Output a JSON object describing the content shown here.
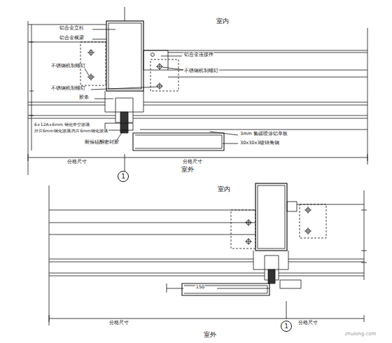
{
  "diagram": {
    "nodes": [
      {
        "text": [
          "1"
        ]
      },
      {
        "text": [
          "1"
        ]
      }
    ],
    "labels": [
      "室内",
      "铝合金立柱",
      "铝合金横梁",
      "铝合金连接件",
      "不锈钢机制螺钉",
      "不锈钢机制螺钉",
      "不锈钢机制螺钉",
      "胶条",
      "6+12A+6mm 钢化中空玻璃",
      "外片6mm钢化玻璃 内片6mm钢化玻璃",
      "耐候硅酮密封胶",
      "3mm 氟碳喷涂铝单板",
      "30x30x3镀锌角钢",
      "分格尺寸",
      "分格尺寸",
      "室外",
      "室内",
      "150",
      "分格尺寸",
      "分格尺寸",
      "室外",
      "zhulong.com"
    ]
  }
}
